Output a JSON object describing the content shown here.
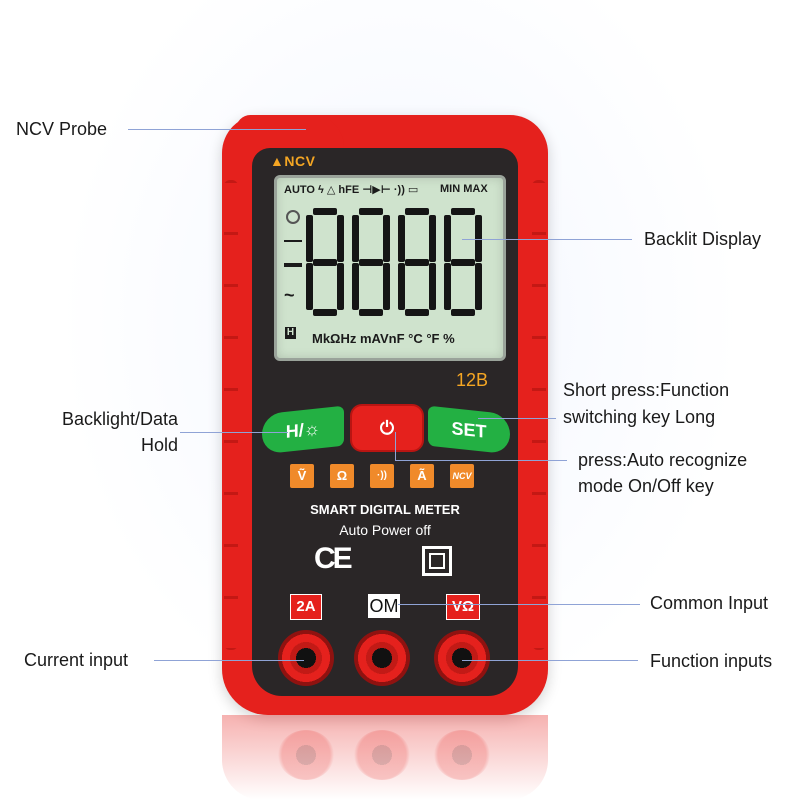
{
  "callouts": {
    "ncv_probe": "NCV Probe",
    "backlit_display": "Backlit Display",
    "backlight_line1": "Backlight/Data",
    "backlight_line2": "Hold",
    "short_press_line1": "Short press:Function",
    "short_press_line2": "switching key Long",
    "press_auto_line1": "press:Auto recognize",
    "press_auto_line2": "mode On/Off key",
    "common_input": "Common Input",
    "current_input": "Current input",
    "function_inputs": "Function inputs"
  },
  "meter": {
    "ncv_label": "▲NCV",
    "lcd_top": "AUTO ϟ △ hFE ⊣▶⊢ ·)) ▭",
    "lcd_minmax": "MIN MAX",
    "lcd_hold": "H",
    "lcd_units": "MkΩHz  mAVnF  °C °F %",
    "model": "12B",
    "btn_hold": "H/☼",
    "btn_power": "⏻",
    "btn_set": "SET",
    "modes": [
      "Ṽ",
      "Ω",
      "·))",
      "Ã",
      "NCV"
    ],
    "brand_line1": "SMART DIGITAL METER",
    "brand_line2": "Auto Power off",
    "ce_mark": "CE",
    "jack_2a": "2A",
    "jack_com": "OM",
    "jack_vohm": "VΩ"
  },
  "colors": {
    "body_red": "#e5211d",
    "face_dark": "#2a2627",
    "lcd_green": "#cfe3cd",
    "button_green": "#23b043",
    "accent_orange": "#f08a2a",
    "callout_line": "#8fa3d6"
  }
}
